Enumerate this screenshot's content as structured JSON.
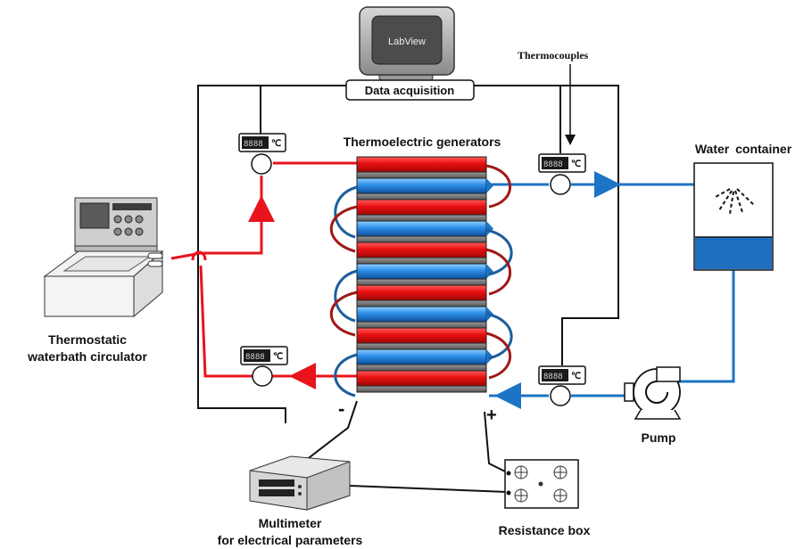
{
  "monitor": {
    "screen_text": "LabView"
  },
  "labels": {
    "data_acquisition": "Data acquisition",
    "thermocouples": "Thermocouples",
    "teg": "Thermoelectric generators",
    "water_container": "Water container",
    "thermostat_line1": "Thermostatic",
    "thermostat_line2": "waterbath circulator",
    "pump": "Pump",
    "multimeter_line1": "Multimeter",
    "multimeter_line2": "for electrical parameters",
    "resistance_box": "Resistance box",
    "minus": "-",
    "plus": "+"
  },
  "sensor": {
    "digits": "8888",
    "unit": "℃"
  },
  "colors": {
    "hot": "#e8141c",
    "cold": "#1c74c4",
    "wire": "#111111",
    "water": "#1f6fc0",
    "plate_gray": "#6e6e6e"
  }
}
